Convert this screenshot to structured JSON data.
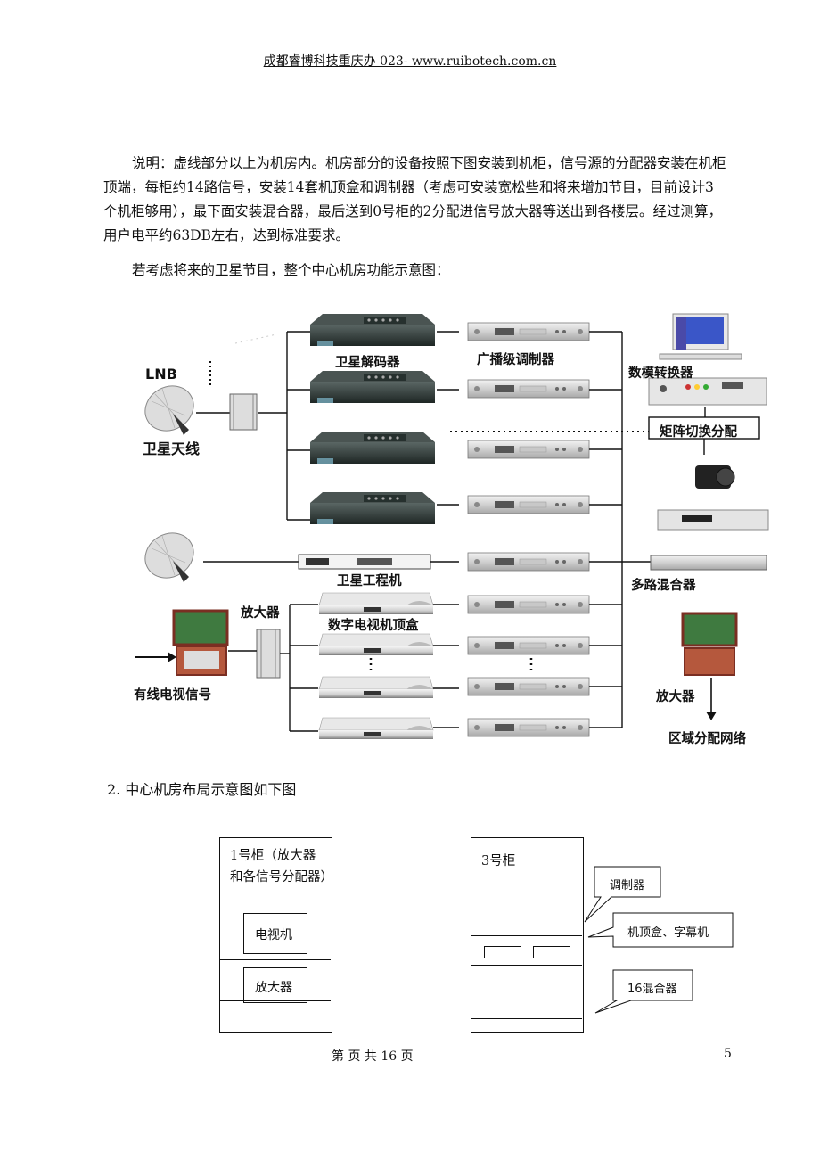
{
  "header": {
    "text": "成都睿博科技重庆办 023-    www.ruibotech.com.cn"
  },
  "paragraphs": {
    "p1": "说明：虚线部分以上为机房内。机房部分的设备按照下图安装到机柜，信号源的分配器安装在机柜顶端，每柜约14路信号，安装14套机顶盒和调制器（考虑可安装宽松些和将来增加节目，目前设计3个机柜够用），最下面安装混合器，最后送到0号柜的2分配进信号放大器等送出到各楼层。经过测算，用户电平约63DB左右，达到标准要求。",
    "p2": "若考虑将来的卫星节目，整个中心机房功能示意图："
  },
  "diagram": {
    "lnb": "LNB",
    "sat_antenna": "卫星天线",
    "sat_decoder": "卫星解码器",
    "broadcast_modulator": "广播级调制器",
    "da_converter": "数模转换器",
    "matrix_switch": "矩阵切换分配",
    "sat_engineering": "卫星工程机",
    "multi_mixer": "多路混合器",
    "amplifier_left": "放大器",
    "digital_stb": "数字电视机顶盒",
    "cable_signal": "有线电视信号",
    "amplifier_right": "放大器",
    "regional_network": "区域分配网络"
  },
  "section2": {
    "heading": "2.  中心机房布局示意图如下图"
  },
  "layout": {
    "cab1_label": "1号柜（放大器和各信号分配器）",
    "tv": "电视机",
    "amp": "放大器",
    "cab3_label": "3号柜",
    "modulator": "调制器",
    "stb_subtitle": "机顶盒、字幕机",
    "mixer16": "16混合器"
  },
  "footer": {
    "page_text": "第    页 共 16 页",
    "page_num": "5"
  }
}
